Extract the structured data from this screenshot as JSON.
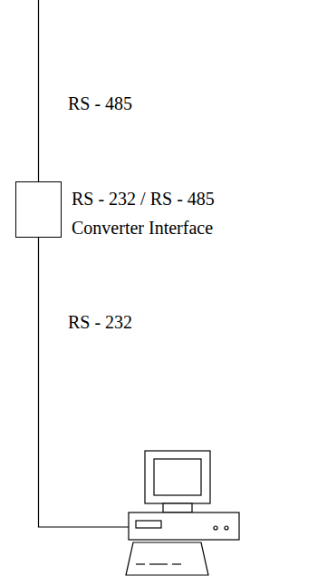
{
  "diagram": {
    "nodes": [
      {
        "text": [
          "RS - 232 / RS - 485 Converter Interface"
        ]
      }
    ],
    "labels": [
      "RS - 485",
      "RS - 232"
    ]
  }
}
